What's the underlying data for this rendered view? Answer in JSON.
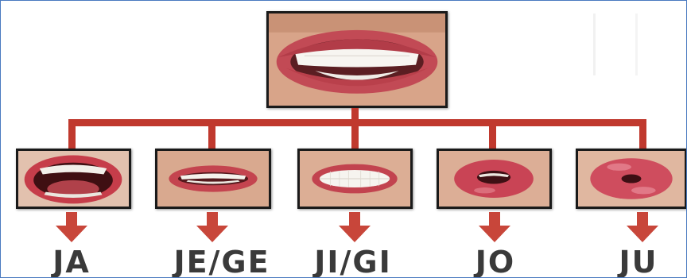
{
  "diagram": {
    "root_image": {
      "icon": "smiling-mouth-image"
    },
    "branches": [
      {
        "icon": "open-mouth-ja-image",
        "label": "JA"
      },
      {
        "icon": "wide-smile-je-ge-image",
        "label": "JE/GE"
      },
      {
        "icon": "teeth-smile-ji-gi-image",
        "label": "JI/GI"
      },
      {
        "icon": "rounded-lips-jo-image",
        "label": "JO"
      },
      {
        "icon": "puckered-lips-ju-image",
        "label": "JU"
      }
    ],
    "colors": {
      "connector": "#c0392e",
      "arrow": "#c8463a",
      "label_text": "#3a3a3a",
      "frame_border": "#4a7ac0"
    }
  }
}
